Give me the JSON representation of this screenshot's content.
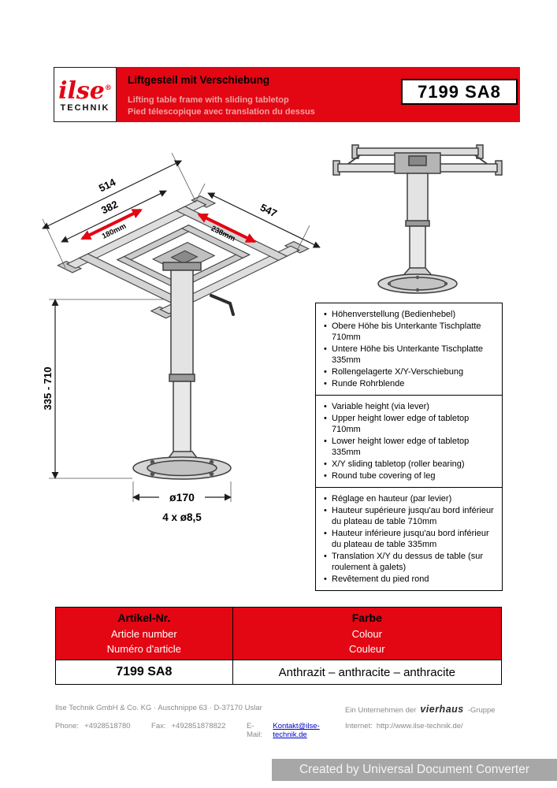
{
  "colors": {
    "brand_red": "#e30613",
    "link_blue": "#0000c8"
  },
  "header": {
    "logo_brand": "ilse",
    "logo_reg": "®",
    "logo_sub": "TECHNIK",
    "title": "Liftgestell mit Verschiebung",
    "subtitle_en": "Lifting table frame with sliding tabletop",
    "subtitle_fr": "Pied télescopique avec translation du dessus",
    "article_code": "7199 SA8"
  },
  "drawing": {
    "dims": {
      "width_outer": "514",
      "width_inner": "382",
      "depth": "547",
      "slide_x": "180mm",
      "slide_y": "238mm",
      "height_range": "335 - 710",
      "base_diameter": "ø170",
      "holes": "4 x ø8,5"
    }
  },
  "features": {
    "de": [
      "Höhenverstellung (Bedienhebel)",
      "Obere Höhe bis Unterkante Tischplatte 710mm",
      "Untere Höhe bis Unterkante Tischplatte 335mm",
      "Rollengelagerte X/Y-Verschiebung",
      "Runde Rohrblende"
    ],
    "en": [
      "Variable height (via lever)",
      "Upper height lower edge of tabletop 710mm",
      "Lower height lower edge of tabletop 335mm",
      "X/Y sliding tabletop (roller bearing)",
      "Round tube covering of leg"
    ],
    "fr": [
      "Réglage en hauteur (par levier)",
      "Hauteur supérieure jusqu'au bord inférieur du plateau de table 710mm",
      "Hauteur inférieure jusqu'au bord inférieur du plateau de table 335mm",
      "Translation X/Y du dessus de table (sur roulement à galets)",
      "Revêtement du pied rond"
    ]
  },
  "table": {
    "col1": {
      "h1": "Artikel-Nr.",
      "h2": "Article number",
      "h3": "Numéro d'article",
      "value": "7199 SA8"
    },
    "col2": {
      "h1": "Farbe",
      "h2": "Colour",
      "h3": "Couleur",
      "value": "Anthrazit – anthracite – anthracite"
    }
  },
  "footer": {
    "company_line": "Ilse Technik GmbH & Co. KG   ·   Auschnippe 63   ·   D-37170 Uslar",
    "group_prefix": "Ein Unternehmen der",
    "group_brand": "vierhaus",
    "group_suffix": "-Gruppe",
    "phone_label": "Phone:",
    "phone_value": "+4928518780",
    "fax_label": "Fax:",
    "fax_value": "+492851878822",
    "email_label": "E-Mail:",
    "email_value": "Kontakt@ilse-technik.de",
    "internet_label": "Internet:",
    "internet_value": "http://www.ilse-technik.de/"
  },
  "watermark": {
    "text": "Created by Universal Document Converter"
  }
}
